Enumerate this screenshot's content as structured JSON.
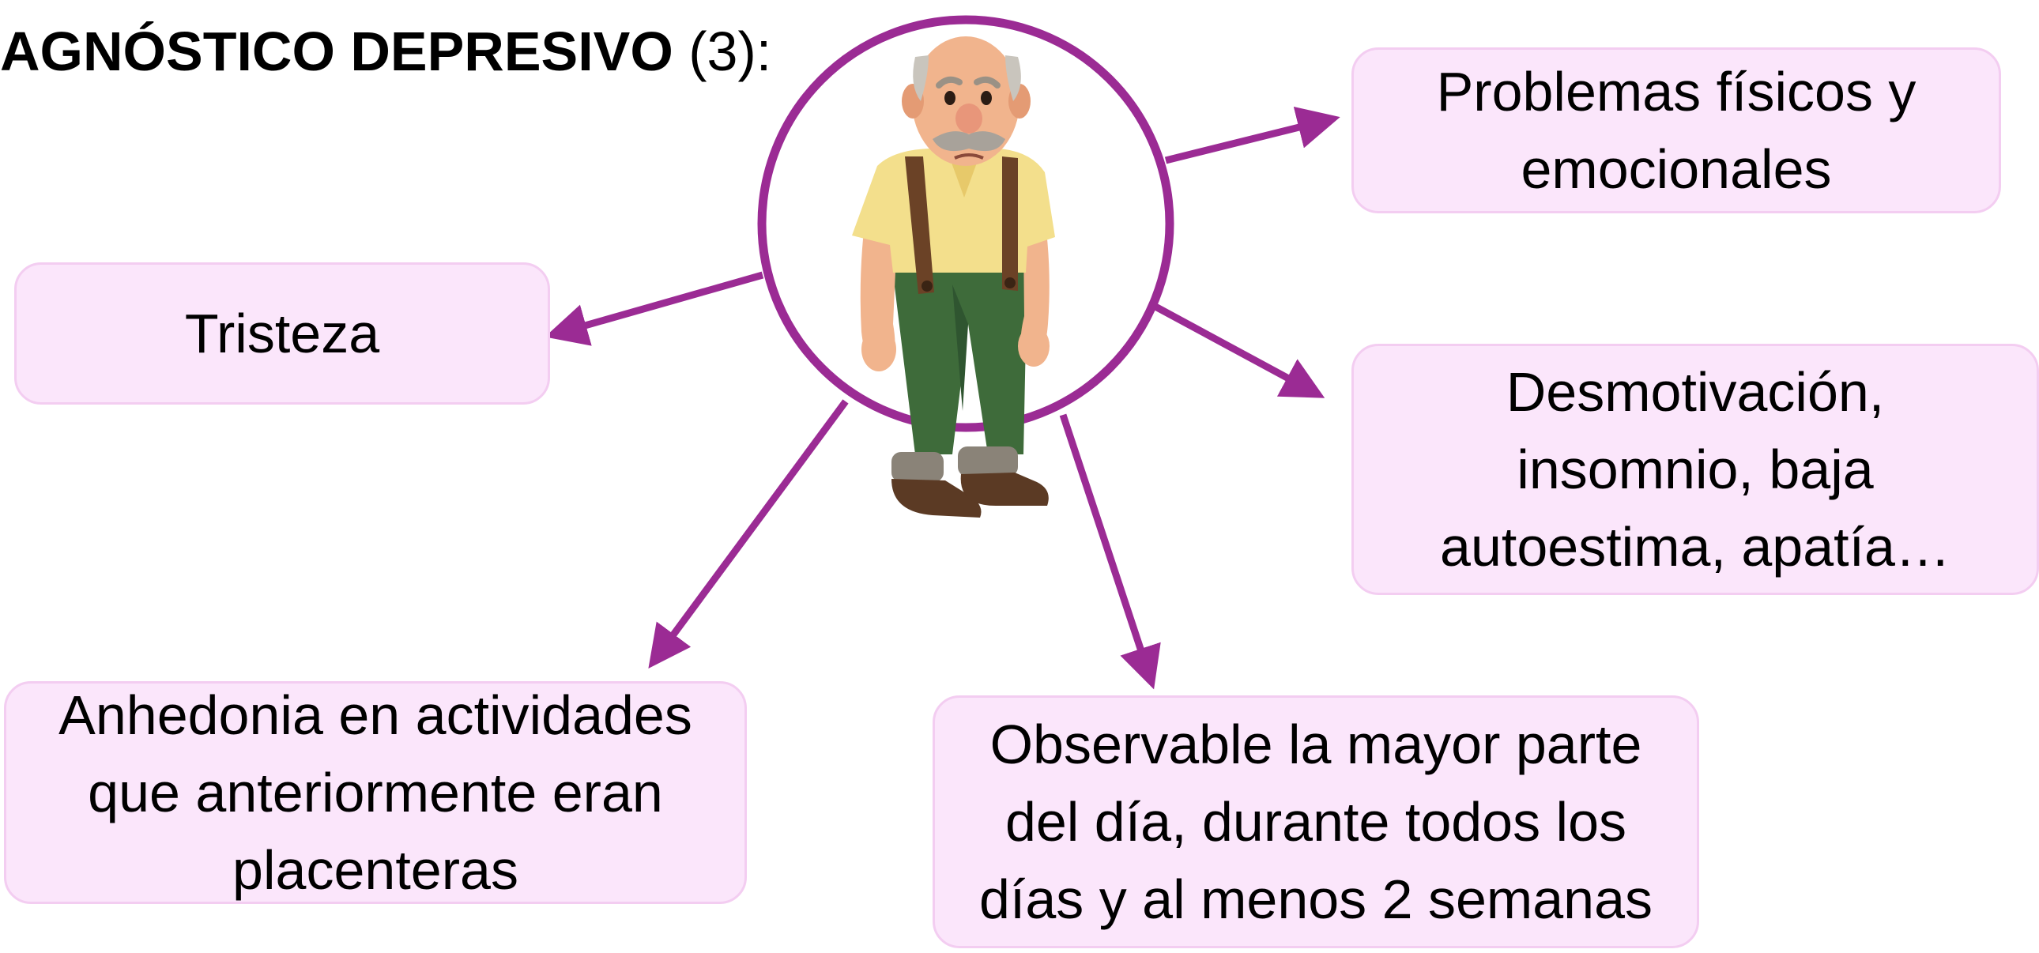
{
  "title": {
    "bold": "AGNÓSTICO DEPRESIVO",
    "rest": " (3):"
  },
  "boxes": {
    "problemas": "Problemas físicos y\nemocionales",
    "tristeza": "Tristeza",
    "desmotivacion": "Desmotivación,\ninsomnio, baja\nautoestima, apatía…",
    "anhedonia": "Anhedonia en actividades\nque anteriormente eran\nplacenteras",
    "observable": "Observable la mayor parte\ndel día, durante todos los\ndías y al menos 2 semanas"
  },
  "colors": {
    "accent": "#9b2b94",
    "box_fill": "#fbe6fb",
    "box_border": "#f3cdf1"
  },
  "icons": {
    "central": "sad-elderly-man-illustration"
  }
}
